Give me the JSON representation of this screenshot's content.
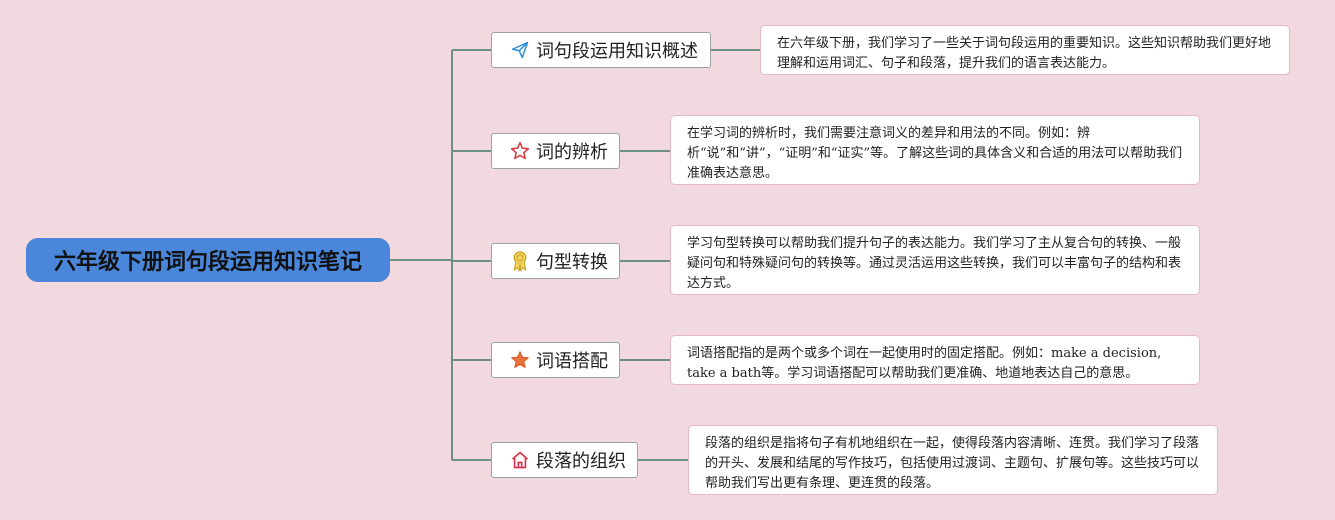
{
  "root": {
    "title": "六年级下册词句段运用知识笔记"
  },
  "colors": {
    "root_fill": "#4a86d9",
    "connector": "#6f8f82",
    "background": "#f2d9e0"
  },
  "topics": [
    {
      "label": "词句段运用知识概述",
      "icon": "paper-plane-icon",
      "note": "在六年级下册，我们学习了一些关于词句段运用的重要知识。这些知识帮助我们更好地理解和运用词汇、句子和段落，提升我们的语言表达能力。"
    },
    {
      "label": "词的辨析",
      "icon": "star-outline-icon",
      "note": "在学习词的辨析时，我们需要注意词义的差异和用法的不同。例如：辨析“说”和“讲”，“证明”和“证实”等。了解这些词的具体含义和合适的用法可以帮助我们准确表达意思。"
    },
    {
      "label": "句型转换",
      "icon": "award-ribbon-icon",
      "note": "学习句型转换可以帮助我们提升句子的表达能力。我们学习了主从复合句的转换、一般疑问句和特殊疑问句的转换等。通过灵活运用这些转换，我们可以丰富句子的结构和表达方式。"
    },
    {
      "label": "词语搭配",
      "icon": "star-filled-icon",
      "note": "词语搭配指的是两个或多个词在一起使用时的固定搭配。例如：make a decision, take a bath等。学习词语搭配可以帮助我们更准确、地道地表达自己的意思。"
    },
    {
      "label": "段落的组织",
      "icon": "home-icon",
      "note": "段落的组织是指将句子有机地组织在一起，使得段落内容清晰、连贯。我们学习了段落的开头、发展和结尾的写作技巧，包括使用过渡词、主题句、扩展句等。这些技巧可以帮助我们写出更有条理、更连贯的段落。"
    }
  ]
}
